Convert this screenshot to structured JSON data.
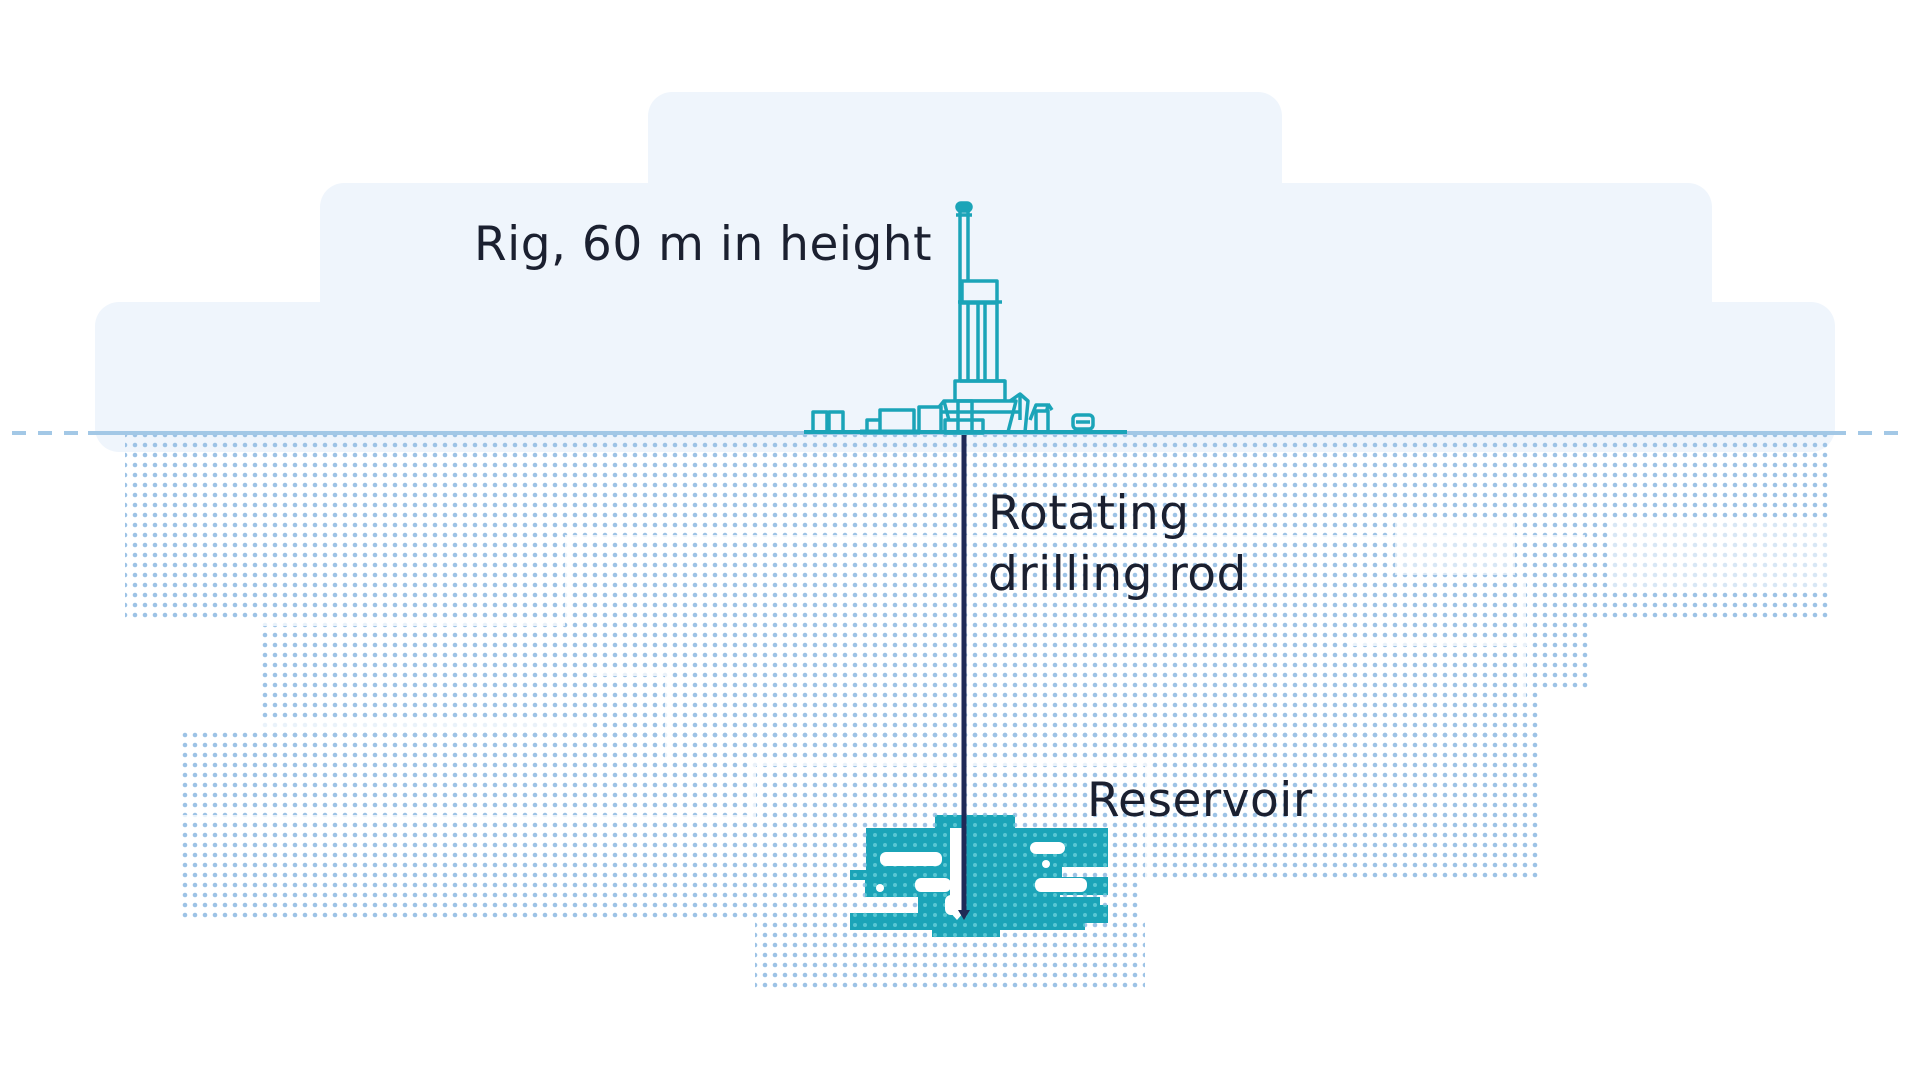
{
  "diagram": {
    "labels": {
      "rig": "Rig, 60 m in height",
      "rod_line1": "Rotating",
      "rod_line2": "drilling rod",
      "reservoir": "Reservoir"
    },
    "colors": {
      "sky": "#eff5fc",
      "ground_line": "#a3c8e6",
      "soil_dots": "#9dc3e6",
      "rig": "#1ba4b8",
      "rod": "#1f2a57",
      "reservoir": "#1ba4b8",
      "text": "#1b2030"
    }
  }
}
